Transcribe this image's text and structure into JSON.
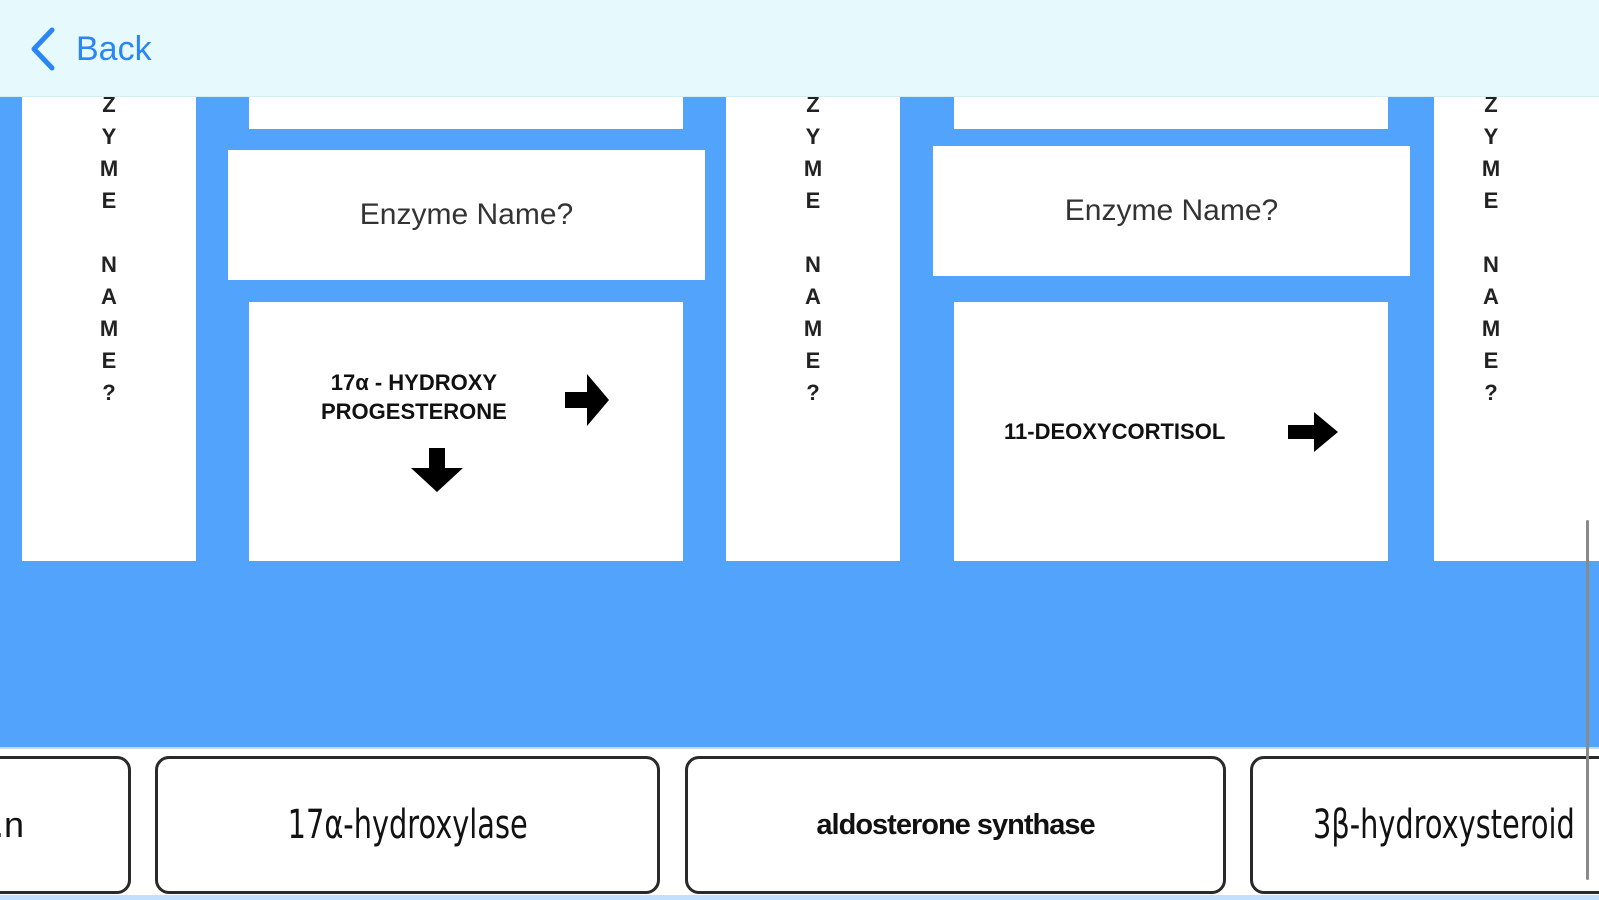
{
  "nav": {
    "back_label": "Back"
  },
  "pathway": {
    "vertical_enzyme_label": "Z\nY\nM\nE\n\nN\nA\nM\nE\n?",
    "enzyme_prompt_1": "Enzyme Name?",
    "enzyme_prompt_2": "Enzyme Name?",
    "compound_1": "17α - HYDROXY\nPROGESTERONE",
    "compound_2": "11-DEOXYCORTISOL"
  },
  "tray": {
    "chips": [
      {
        "label": "...n"
      },
      {
        "label": "17α-hydroxylase"
      },
      {
        "label": "aldosterone synthase"
      },
      {
        "label": "3β-hydroxysteroid"
      }
    ]
  },
  "colors": {
    "accent": "#2a86f5",
    "pathway_bg": "#52a3fb",
    "nav_bg": "#e6f9fd"
  }
}
